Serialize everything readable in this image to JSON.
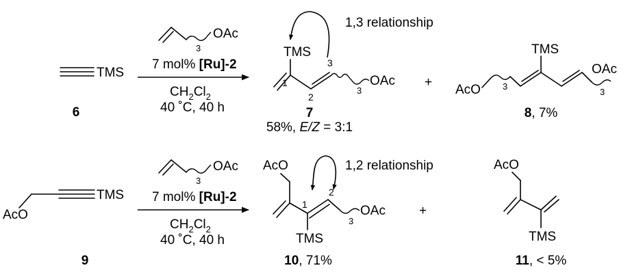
{
  "reagent": {
    "alkene_group": "OAc",
    "chain_sub": "3",
    "catalyst_pct": "7 mol% ",
    "catalyst": "[Ru]-2",
    "solvent_main": "CH",
    "solvent_sub": "2",
    "solvent_end": "Cl",
    "solvent_sub2": "2",
    "conditions": "40 ˚C, 40 h"
  },
  "row1": {
    "start_tms": "TMS",
    "start_label": "6",
    "annotation": "1,3 relationship",
    "product_tms": "TMS",
    "product_oac": "OAc",
    "pos1": "1",
    "pos2": "2",
    "pos3": "3",
    "product_label": "7",
    "product_yield_prefix": "58%, ",
    "product_ez": "E/Z",
    "product_ratio": " = 3:1",
    "plus": "+",
    "side_aco": "AcO",
    "side_tms": "TMS",
    "side_oac": "OAc",
    "side_label": "8",
    "side_yield": ", 7%"
  },
  "row2": {
    "start_tms": "TMS",
    "start_aco": "AcO",
    "start_label": "9",
    "annotation": "1,2 relationship",
    "product_aco": "AcO",
    "product_oac": "OAc",
    "product_tms": "TMS",
    "pos1": "1",
    "pos2": "2",
    "product_label": "10",
    "product_yield": ", 71%",
    "plus": "+",
    "side_aco": "AcO",
    "side_tms": "TMS",
    "side_label": "11",
    "side_yield": ", < 5%"
  }
}
